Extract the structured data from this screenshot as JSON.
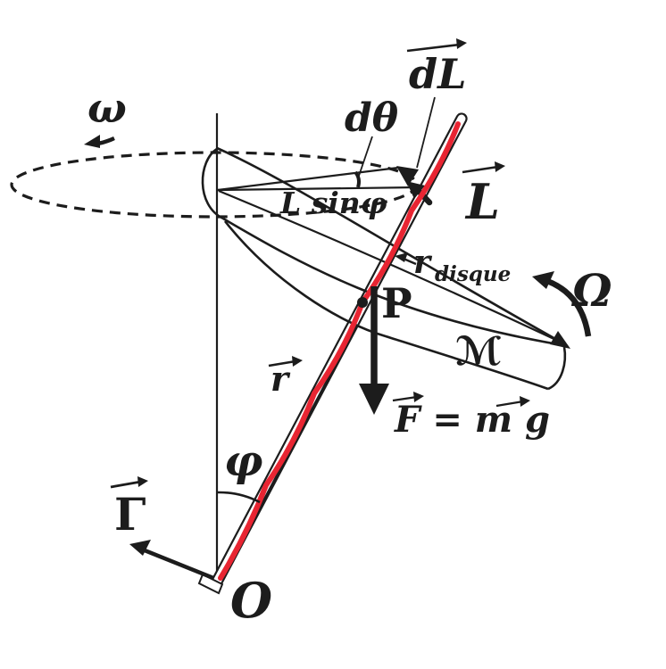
{
  "diagram": {
    "title": "Gyroscope precession force diagram",
    "colors": {
      "ink": "#1c1c1c",
      "rod_highlight": "#e82532",
      "background": "#ffffff"
    },
    "labels": {
      "omega_precession": "ω",
      "d_theta": "dθ",
      "dL_vector": "dL",
      "L_vector": "L",
      "L_sin_phi": "L sinφ",
      "r_disque_base": "r",
      "r_disque_sub": "disque",
      "Omega_spin": "Ω",
      "disk_mass": "ℳ",
      "point_P": "P",
      "force_equation": "F = m g",
      "r_vector": "r",
      "phi_angle": "φ",
      "Gamma_torque": "Γ",
      "origin_O": "O"
    }
  }
}
